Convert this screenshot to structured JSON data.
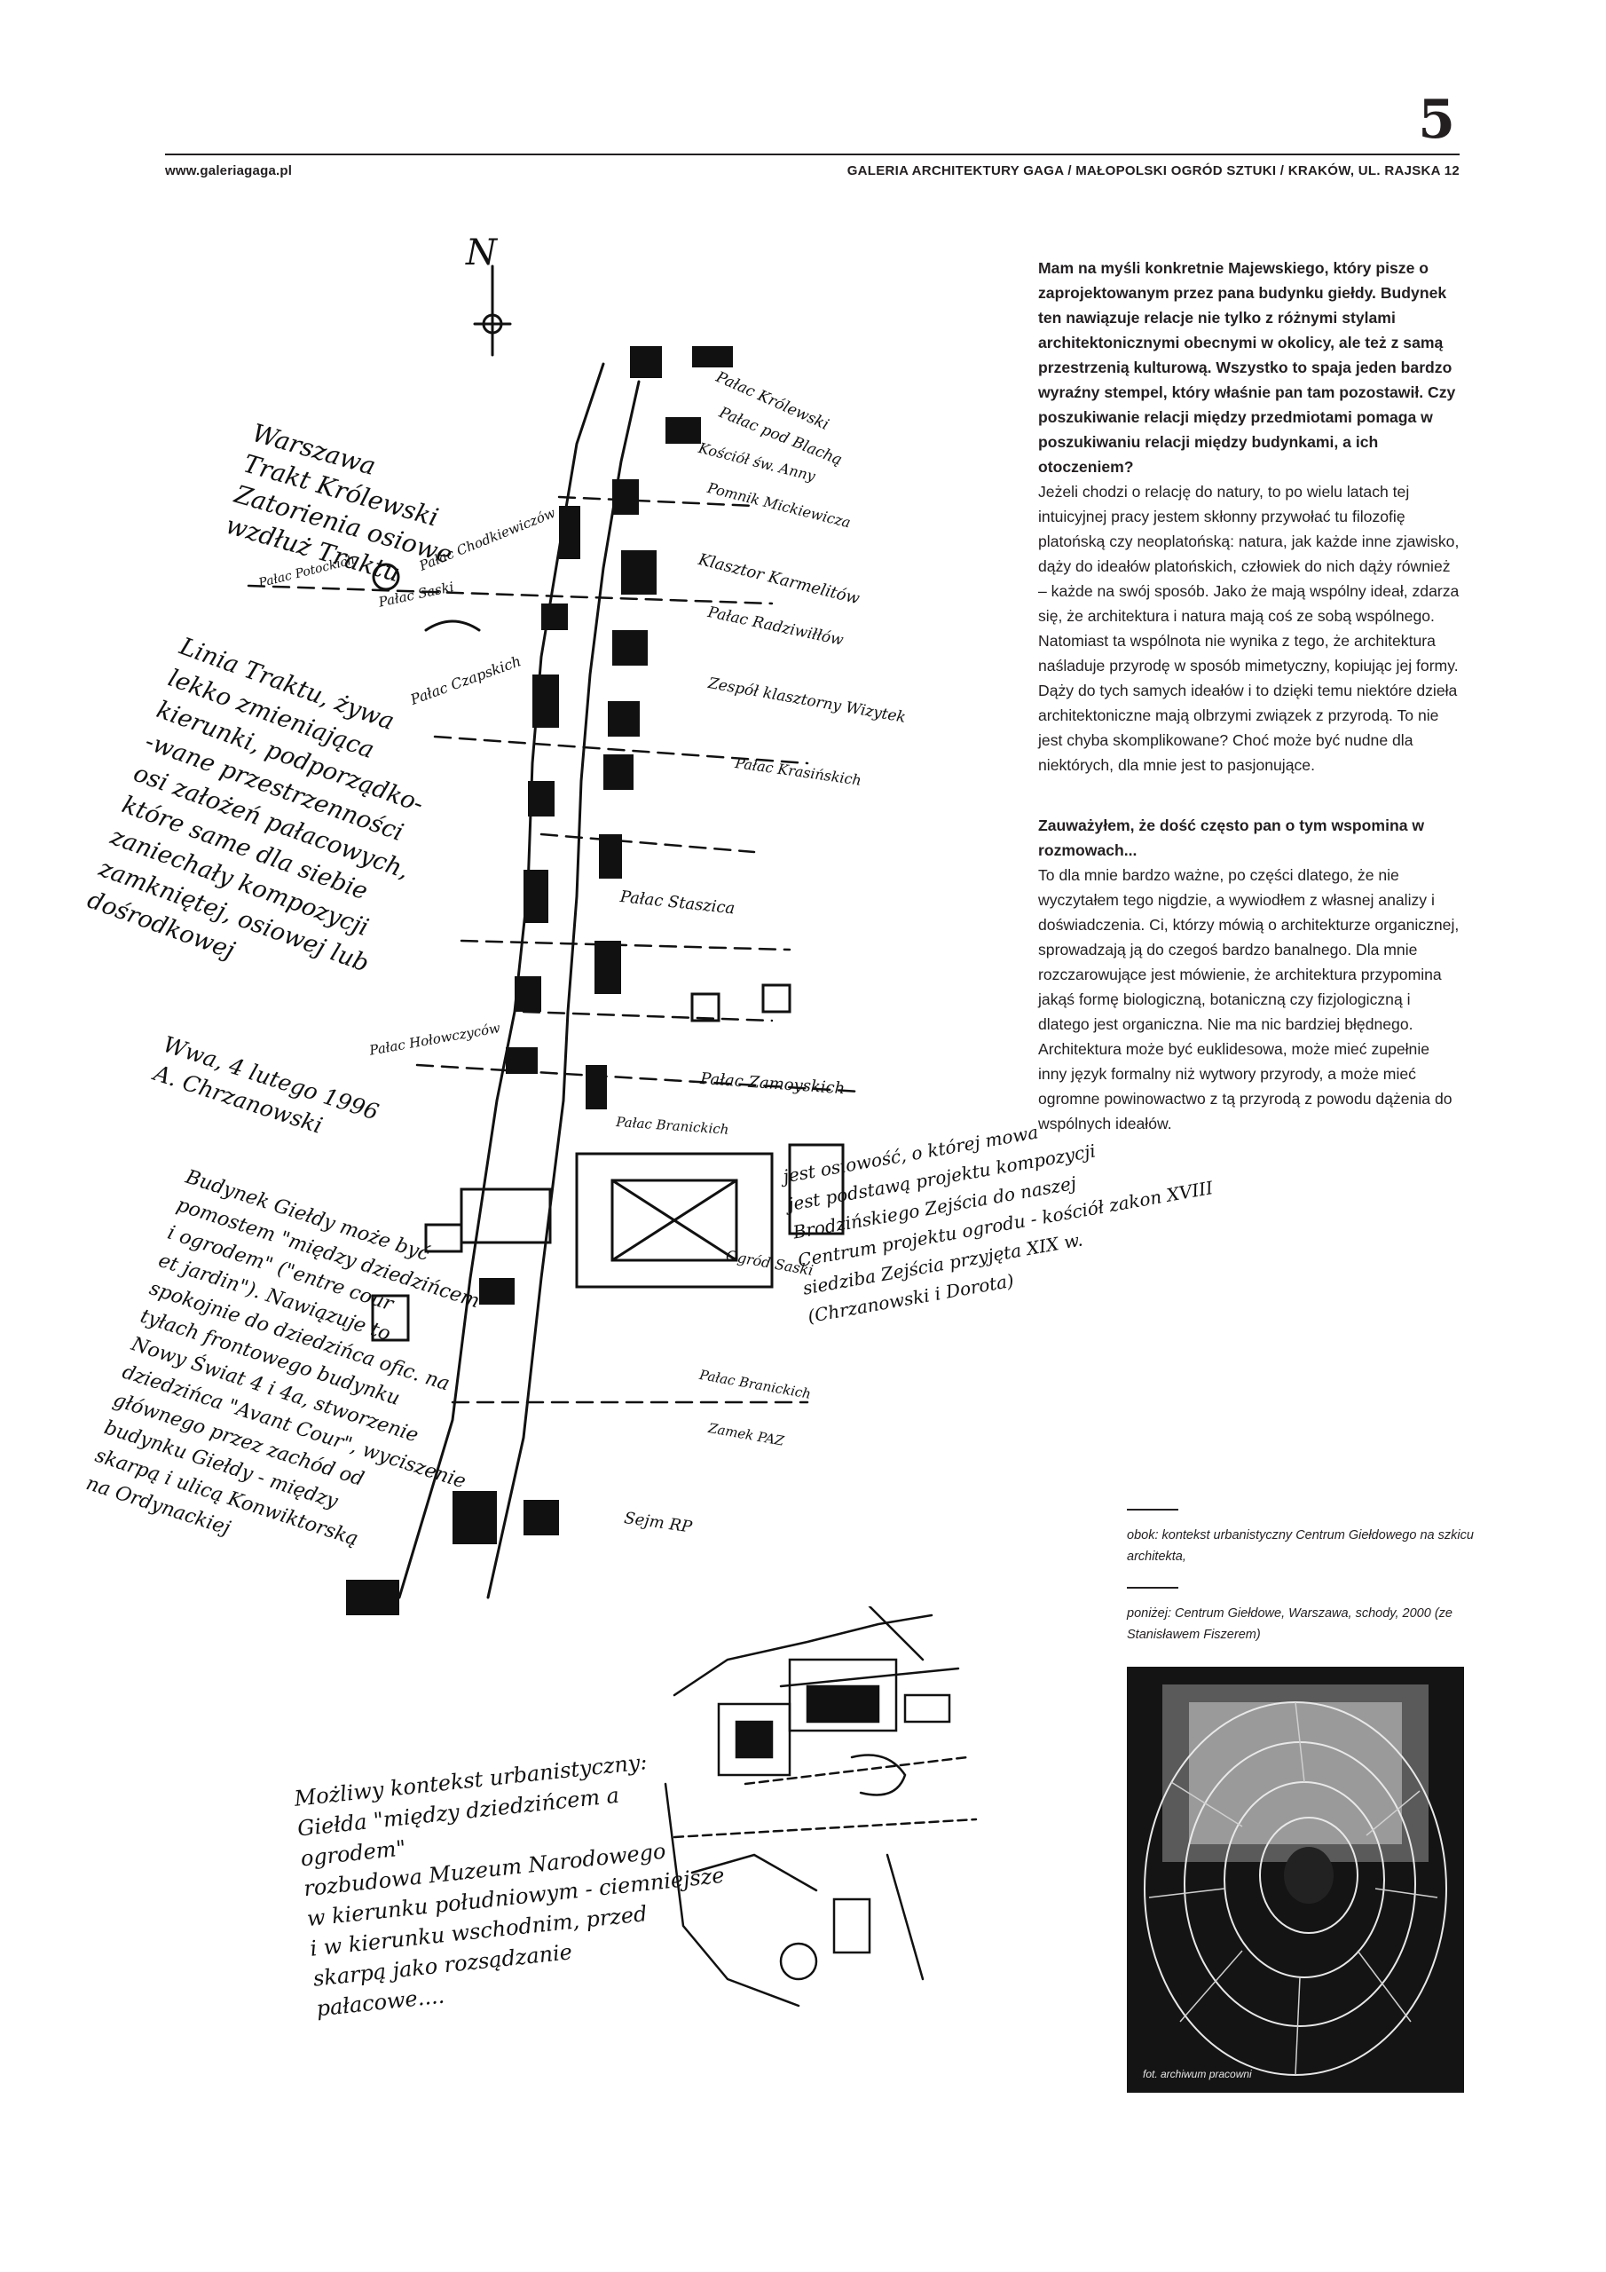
{
  "header": {
    "page_number": "5",
    "website": "www.galeriagaga.pl",
    "publisher": "GALERIA ARCHITEKTURY GAGA / MAŁOPOLSKI OGRÓD SZTUKI / KRAKÓW, UL. RAJSKA 12"
  },
  "article": {
    "q1": "Mam na myśli konkretnie Majewskiego, który pisze o zaprojektowanym przez pana budynku giełdy. Budynek ten nawiązuje relacje nie tylko z różnymi stylami architektonicznymi obecnymi w okolicy, ale też z samą przestrzenią kulturową. Wszystko to spaja jeden bardzo wyraźny stempel, który właśnie pan tam pozostawił. Czy poszukiwanie relacji między przedmiotami pomaga w poszukiwaniu relacji między budynkami, a ich otoczeniem?",
    "a1": "Jeżeli chodzi o relację do natury, to po wielu latach tej intuicyjnej pracy jestem skłonny przywołać tu filozofię platońską czy neoplatońską: natura, jak każde inne zjawisko, dąży do ideałów platońskich, człowiek do nich dąży również – każde na swój sposób. Jako że mają wspólny ideał, zdarza się, że architektura i natura mają coś ze sobą wspólnego. Natomiast ta wspólnota nie wynika z tego, że architektura naśladuje przyrodę w sposób mimetyczny, kopiując jej formy. Dąży do tych samych ideałów i to dzięki temu niektóre dzieła architektoniczne mają olbrzymi związek z przyrodą. To nie jest chyba skomplikowane? Choć może być nudne dla niektórych, dla mnie jest to pasjonujące.",
    "q2": "Zauważyłem, że dość często pan o tym wspomina w rozmowach...",
    "a2": "To dla mnie bardzo ważne, po części dlatego, że nie wyczytałem tego nigdzie, a wywiodłem z własnej analizy i doświadczenia. Ci, którzy mówią o architekturze organicznej, sprowadzają ją do czegoś bardzo banalnego. Dla mnie rozczarowujące jest mówienie, że architektura przypomina jakąś formę biologiczną, botaniczną czy fizjologiczną i dlatego jest organiczna. Nie ma nic bardziej błędnego. Architektura może być euklidesowa, może mieć zupełnie inny język formalny niż wytwory przyrody, a może mieć ogromne powinowactwo z tą przyrodą z powodu dążenia do wspólnych ideałów."
  },
  "captions": {
    "c1": "obok: kontekst urbanistyczny Centrum Giełdowego na szkicu architekta,",
    "c2": "poniżej: Centrum Giełdowe, Warszawa, schody, 2000 (ze Stanisławem Fiszerem)",
    "photo_credit": "fot. archiwum pracowni"
  },
  "sketch_notes": {
    "north": "N",
    "n1": "Warszawa\nTrakt Królewski\nZatorienia osiowe\nwzdłuż Traktu",
    "n2": "Linia Traktu, żywa\nlekko zmieniająca\nkierunki, podporządko-\n-wane przestrzenności\nosi założeń pałacowych,\nktóre same dla siebie\nzaniechały kompozycji\nzamkniętej, osiowej lub\ndośrodkowej",
    "n3": "Wwa, 4 lutego 1996\nA. Chrzanowski",
    "n4": "Budynek Giełdy może być\npomostem \"między dziedzińcem\ni ogrodem\" (\"entre cour\net jardin\"). Nawiązuje to\nspokojnie do dziedzińca ofic. na\ntyłach frontowego budynku\nNowy Świat 4 i 4a, stworzenie\ndziedzińca \"Avant Cour\", wyciszenie\ngłównego przez zachód od\nbudynku Giełdy - między\nskarpą i ulicą Konwiktorską\nna Ordynackiej",
    "n5": "jest osiowość, o której mowa\njest podstawą projektu kompozycji\nBrodzińskiego Zejścia do naszej\nCentrum projektu ogrodu - kościół zakon XVIII\nsiedziba Zejścia przyjęta XIX w.\n(Chrzanowski i Dorota)",
    "n6": "Możliwy kontekst urbanistyczny:\nGiełda \"między dziedzińcem a\nogrodem\"\nrozbudowa Muzeum Narodowego\nw kierunku południowym - ciemniejsze\ni w kierunku wschodnim, przed\nskarpą jako rozsądzanie\npałacowe....",
    "labels": [
      "Pałac Królewski",
      "Pałac pod Blachą",
      "Kościół św. Anny",
      "Pomnik Mickiewicza",
      "Klasztor Karmelitów",
      "Pałac Radziwiłłów",
      "Zespół klasztorny Wizytek",
      "Pałac Czapskich",
      "Pałac Staszica",
      "Pałac Zamoyskich",
      "Pałac Branickich",
      "Pałac Krasińskich",
      "Pałac Chodkiewiczów",
      "Pałac Saski",
      "Pałac Potockich",
      "Pałac Hołowczyców",
      "Ogród Saski",
      "Sejm RP",
      "Pałac Branickich",
      "Zamek PAZ"
    ]
  }
}
